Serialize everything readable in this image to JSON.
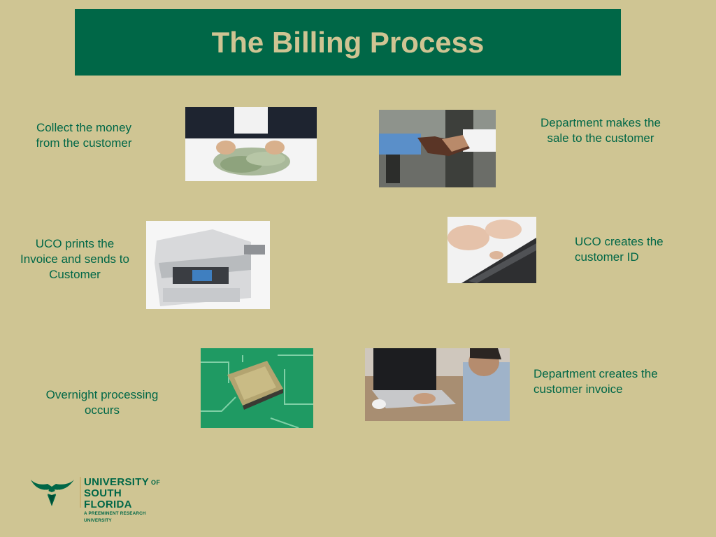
{
  "title": "The Billing Process",
  "steps": {
    "collect": [
      "Collect the money",
      "from the customer"
    ],
    "sale": [
      "Department makes the",
      "sale to the customer"
    ],
    "prints": [
      "UCO prints the",
      "Invoice and sends to",
      "Customer"
    ],
    "customer_id": [
      "UCO creates the",
      "customer ID"
    ],
    "overnight": [
      "Overnight processing",
      "occurs"
    ],
    "invoice": [
      "Department creates the",
      "customer invoice"
    ]
  },
  "logo": {
    "line1": "UNIVERSITY",
    "of": "OF",
    "line2": "SOUTH FLORIDA",
    "line3": "A PREEMINENT RESEARCH UNIVERSITY"
  },
  "colors": {
    "background": "#cfc593",
    "usf_green": "#006747",
    "usf_gold": "#cfc493"
  }
}
